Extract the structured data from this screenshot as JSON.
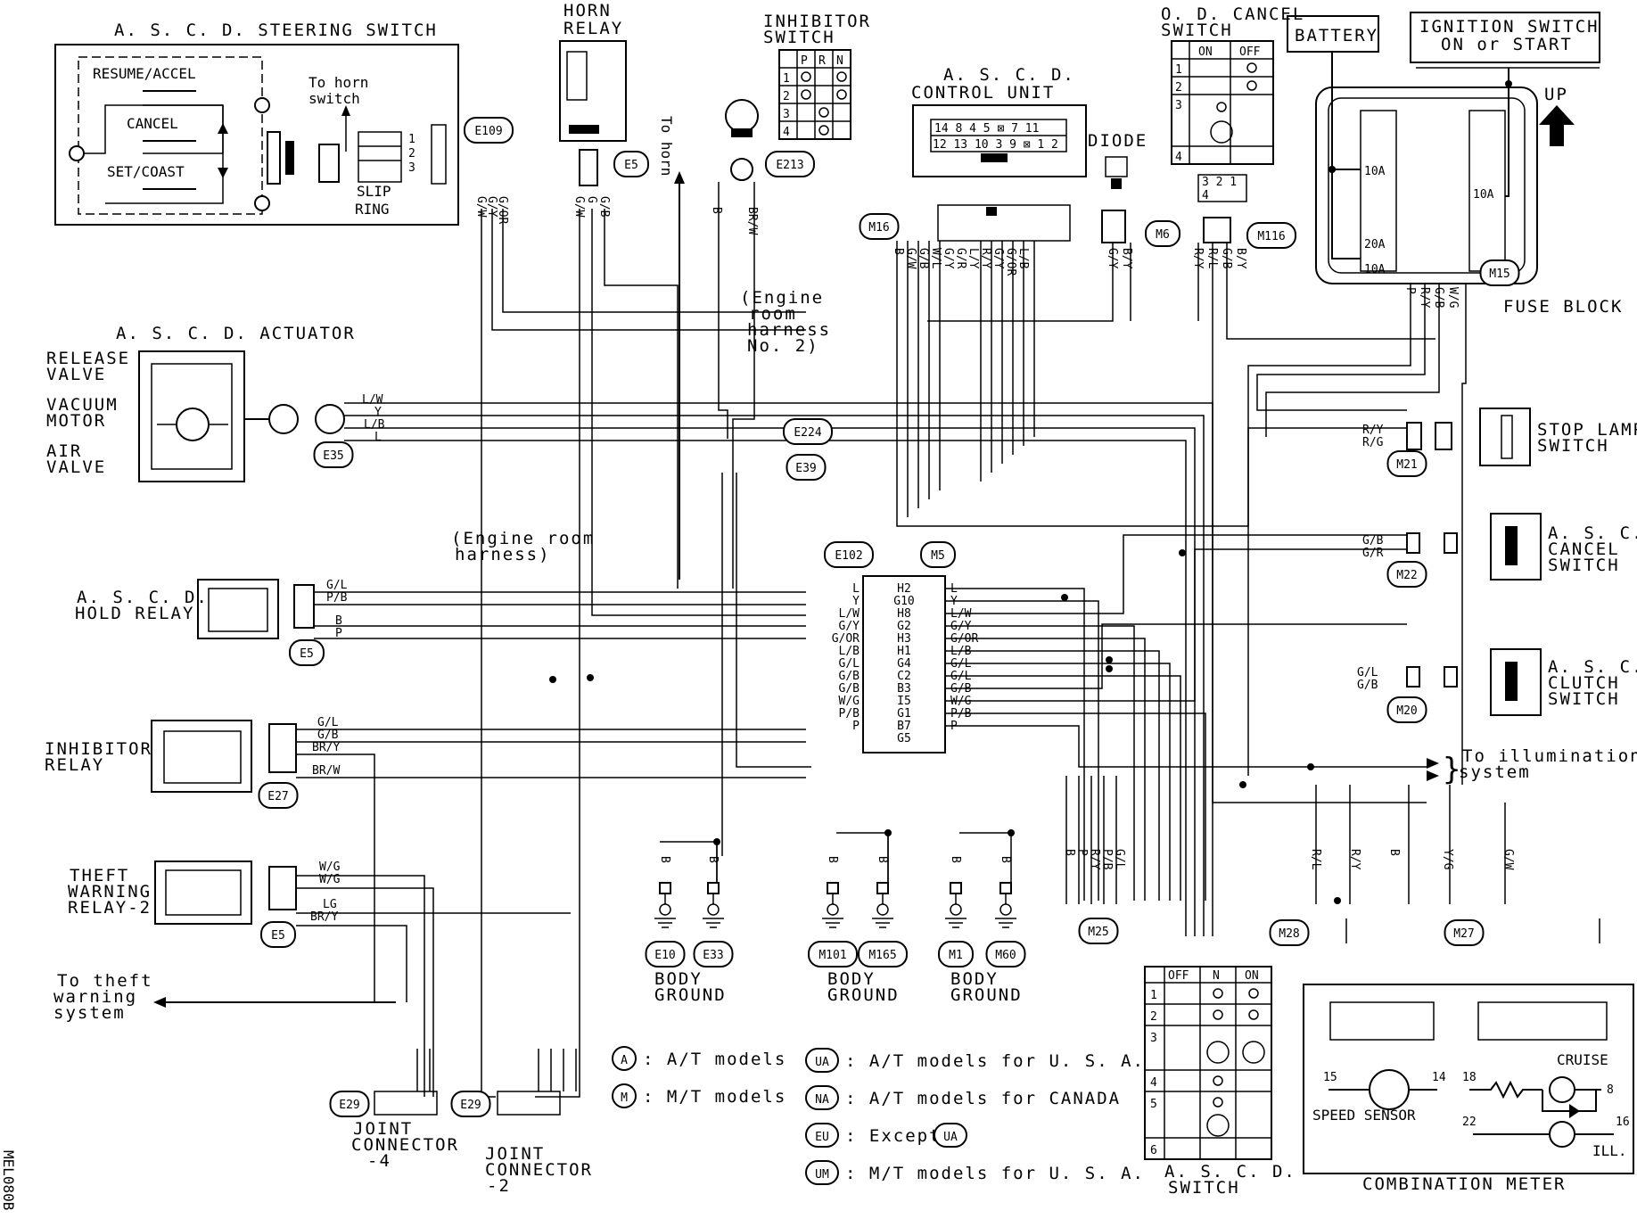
{
  "components": {
    "steering_switch": {
      "title": "A. S. C. D.  STEERING SWITCH",
      "resume": "RESUME/ACCEL",
      "cancel": "CANCEL",
      "set": "SET/COAST",
      "to_horn": "To horn",
      "switch": "switch",
      "slip": "SLIP",
      "ring": "RING"
    },
    "horn_relay": {
      "title1": "HORN",
      "title2": "RELAY",
      "to_horn": "To horn"
    },
    "inhibitor_switch": {
      "title1": "INHIBITOR",
      "title2": "SWITCH",
      "cols": [
        "P",
        "R",
        "N"
      ],
      "rows": [
        "1",
        "2",
        "3",
        "4"
      ]
    },
    "control_unit": {
      "title1": "A. S. C. D.",
      "title2": "CONTROL  UNIT",
      "row1": "14 8 4 5 ⊠ 7 11",
      "row2": "12 13 10 3 9 ⊠ 1 2"
    },
    "diode": {
      "title": "DIODE"
    },
    "od_cancel": {
      "title1": "O. D. CANCEL",
      "title2": "SWITCH",
      "on": "ON",
      "off": "OFF",
      "rows": [
        "1",
        "2",
        "3",
        "4"
      ]
    },
    "battery": {
      "title": "BATTERY"
    },
    "ignition": {
      "line1": "IGNITION  SWITCH",
      "line2": "ON  or  START"
    },
    "fuse_block": {
      "title": "FUSE  BLOCK",
      "up": "UP",
      "fuses": [
        "10A",
        "10A",
        "20A",
        "10A"
      ]
    },
    "actuator": {
      "title": "A. S. C. D.  ACTUATOR",
      "release1": "RELEASE",
      "release2": "VALVE",
      "vacuum1": "VACUUM",
      "vacuum2": "MOTOR",
      "air1": "AIR",
      "air2": "VALVE"
    },
    "engine_room_2": {
      "l1": "(Engine",
      "l2": "room",
      "l3": "harness",
      "l4": "No. 2)"
    },
    "engine_room": {
      "l1": "(Engine  room",
      "l2": "harness)"
    },
    "stop_lamp": {
      "l1": "STOP  LAMP",
      "l2": "SWITCH"
    },
    "cancel_switch": {
      "l1": "A. S. C. D.",
      "l2": "CANCEL",
      "l3": "SWITCH"
    },
    "clutch_switch": {
      "l1": "A. S. C. D.",
      "l2": "CLUTCH",
      "l3": "SWITCH"
    },
    "hold_relay": {
      "l1": "A. S. C. D.",
      "l2": "HOLD  RELAY"
    },
    "inhibitor_relay": {
      "l1": "INHIBITOR",
      "l2": "RELAY"
    },
    "theft_relay": {
      "l1": "THEFT",
      "l2": "WARNING",
      "l3": "RELAY-2"
    },
    "theft_system": {
      "l1": "To  theft",
      "l2": "warning",
      "l3": "system"
    },
    "illumination": {
      "l1": "To  illumination",
      "l2": "system"
    },
    "body_ground": {
      "l1": "BODY",
      "l2": "GROUND"
    },
    "joint4": {
      "l1": "JOINT",
      "l2": "CONNECTOR",
      "l3": "-4"
    },
    "joint2": {
      "l1": "JOINT",
      "l2": "CONNECTOR",
      "l3": "-2"
    },
    "ascd_switch": {
      "title1": "A. S. C. D.",
      "title2": "SWITCH",
      "off": "OFF",
      "n": "N",
      "on": "ON",
      "rows": [
        "1",
        "2",
        "3",
        "4",
        "5",
        "6"
      ]
    },
    "meter": {
      "title": "COMBINATION  METER",
      "speed": "SPEED  SENSOR",
      "cruise": "CRUISE",
      "ill": "ILL.",
      "n15": "15",
      "n14": "14",
      "n18": "18",
      "n8": "8",
      "n22": "22",
      "n16": "16"
    },
    "code": "MEL080B"
  },
  "connectors": {
    "E109": "E109",
    "E5a": "E5",
    "E213": "E213",
    "M16": "M16",
    "M6": "M6",
    "M116": "M116",
    "M15": "M15",
    "E35": "E35",
    "E224": "E224",
    "E39": "E39",
    "E102": "E102",
    "M5": "M5",
    "M21": "M21",
    "M22": "M22",
    "M20": "M20",
    "E5b": "E5",
    "E27": "E27",
    "E5c": "E5",
    "E10": "E10",
    "E33": "E33",
    "M101": "M101",
    "M165": "M165",
    "M1": "M1",
    "M60": "M60",
    "M25": "M25",
    "M28": "M28",
    "M27": "M27",
    "E29a": "E29",
    "E29b": "E29"
  },
  "legend": [
    {
      "sym": "A",
      "text": ":  A/T  models"
    },
    {
      "sym": "M",
      "text": ":  M/T  models"
    },
    {
      "sym": "UA",
      "text": ":  A/T  models  for  U. S. A."
    },
    {
      "sym": "NA",
      "text": ":  A/T  models  for  CANADA"
    },
    {
      "sym": "EU",
      "text": ":  Except"
    },
    {
      "sym": "UA",
      "text": ""
    },
    {
      "sym": "UM",
      "text": ":  M/T  models  for  U. S. A."
    }
  ],
  "e102_pins": {
    "left": [
      "L",
      "Y",
      "L/W",
      "G/Y",
      "G/OR",
      "L/B",
      "G/L",
      "G/B",
      "G/B",
      "W/G",
      "P/B",
      "P"
    ],
    "pins": [
      "H2",
      "G10",
      "H8",
      "G2",
      "H3",
      "H1",
      "G4",
      "C2",
      "B3",
      "I5",
      "G1",
      "B7",
      "G5"
    ],
    "right": [
      "L",
      "Y",
      "L/W",
      "G/Y",
      "G/OR",
      "L/B",
      "G/L",
      "G/L",
      "G/B",
      "W/G",
      "P/B",
      "P"
    ]
  },
  "wires": {
    "actuator": [
      "L/W",
      "Y",
      "L/B",
      "L"
    ],
    "hold": [
      "G/L",
      "P/B",
      "B",
      "P"
    ],
    "inhib": [
      "G/L",
      "G/B",
      "BR/Y",
      "BR/W"
    ],
    "theft": [
      "W/G",
      "W/G",
      "LG",
      "BR/Y"
    ],
    "stop": [
      "R/Y",
      "R/G"
    ],
    "cancel": [
      "G/B",
      "G/R"
    ],
    "clutch": [
      "G/L",
      "G/B"
    ],
    "e109": [
      "G/W",
      "G/Y",
      "G/OR"
    ],
    "horn": [
      "G/W",
      "G",
      "G/B"
    ],
    "e213": [
      "B",
      "BR/W"
    ],
    "m16": [
      "B",
      "G/W",
      "G/B",
      "W/L",
      "G/Y",
      "G/R",
      "L/Y",
      "R/Y",
      "G/Y",
      "G/OR",
      "L/B"
    ],
    "m6": [
      "G/Y",
      "B/Y"
    ],
    "m116": [
      "R/Y",
      "R/L",
      "G/B",
      "B/Y"
    ],
    "fuse": [
      "P",
      "R/Y",
      "G/B",
      "W/G"
    ],
    "m25": [
      "B",
      "P",
      "R/Y",
      "P/B",
      "G/L"
    ],
    "m28": [
      "R/L",
      "R/Y",
      "B"
    ],
    "m27": [
      "Y/G",
      "G/W"
    ],
    "gnd": [
      "B",
      "B"
    ]
  }
}
